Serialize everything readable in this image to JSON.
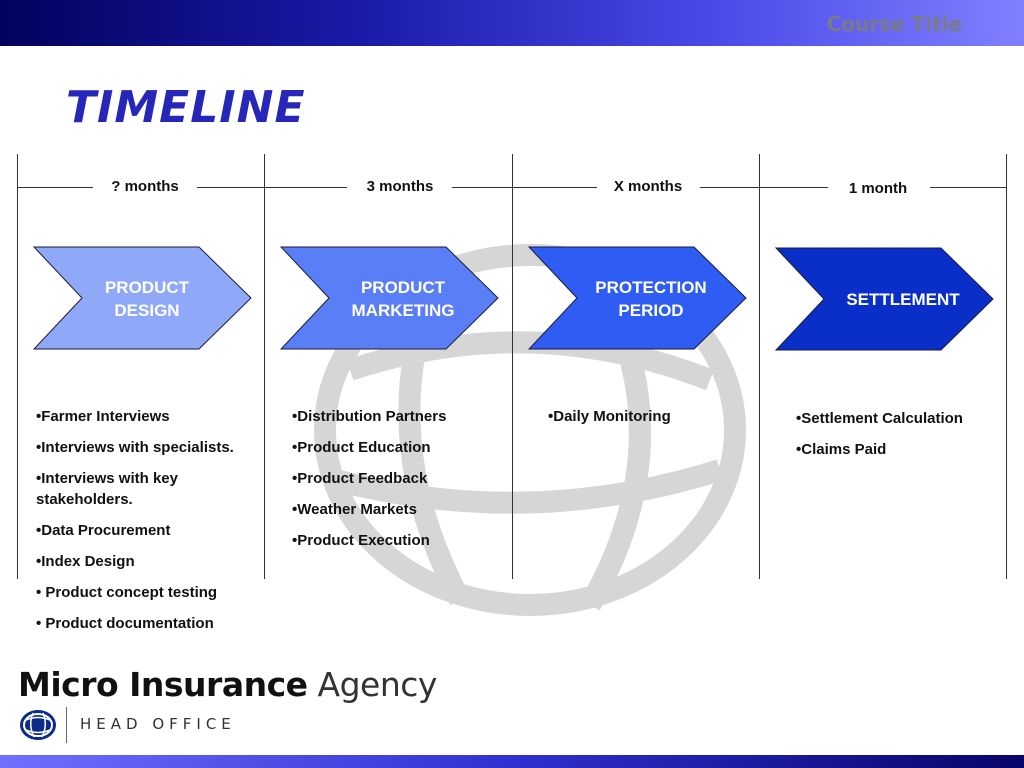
{
  "header": {
    "course_title": "Course Title"
  },
  "slide": {
    "title": "TIMELINE"
  },
  "phases": [
    {
      "duration": "? months",
      "label": "PRODUCT\nDESIGN",
      "color": "#8fa8f8",
      "tasks": [
        "•Farmer Interviews",
        "•Interviews with specialists.",
        "•Interviews with key stakeholders.",
        "•Data Procurement",
        "•Index Design",
        "• Product concept testing",
        "• Product documentation"
      ]
    },
    {
      "duration": "3 months",
      "label": "PRODUCT\nMARKETING",
      "color": "#5a7ef6",
      "tasks": [
        "•Distribution Partners",
        "•Product Education",
        "•Product Feedback",
        "•Weather Markets",
        "•Product Execution"
      ]
    },
    {
      "duration": "X months",
      "label": "PROTECTION\nPERIOD",
      "color": "#2f5cf2",
      "tasks": [
        "•Daily Monitoring"
      ]
    },
    {
      "duration": "1 month",
      "label": "SETTLEMENT",
      "color": "#0a2fc8",
      "tasks": [
        "•Settlement Calculation",
        "•Claims Paid"
      ]
    }
  ],
  "footer": {
    "brand_bold": "Micro Insurance",
    "brand_light": " Agency",
    "sub": "HEAD OFFICE"
  },
  "icons": {
    "watermark": "globe-watermark-icon",
    "logo": "globe-logo-icon"
  }
}
